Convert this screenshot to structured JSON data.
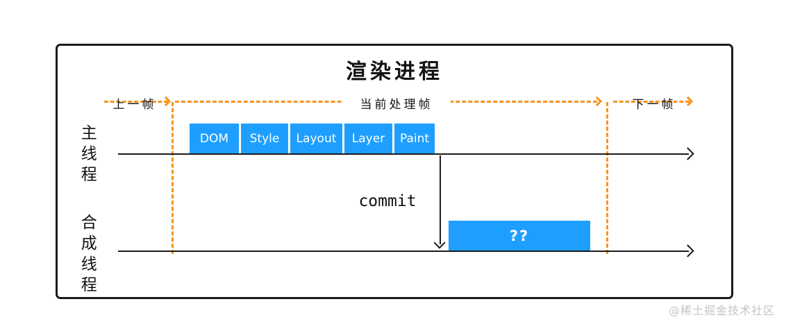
{
  "title": "渲染进程",
  "colors": {
    "accent_orange": "#F7941E",
    "stage_blue": "#1E9FFF",
    "line_black": "#1A1A1A",
    "watermark_gray": "#C5C5C5"
  },
  "frame_labels": {
    "previous": "上一帧",
    "current": "当前处理帧",
    "next": "下一帧"
  },
  "threads": {
    "main": {
      "label": "主线程",
      "stages": [
        "DOM",
        "Style",
        "Layout",
        "Layer",
        "Paint"
      ]
    },
    "compositor": {
      "label": "合成线程",
      "pending_label": "??"
    }
  },
  "commit_label": "commit",
  "watermark": "@稀土掘金技术社区"
}
